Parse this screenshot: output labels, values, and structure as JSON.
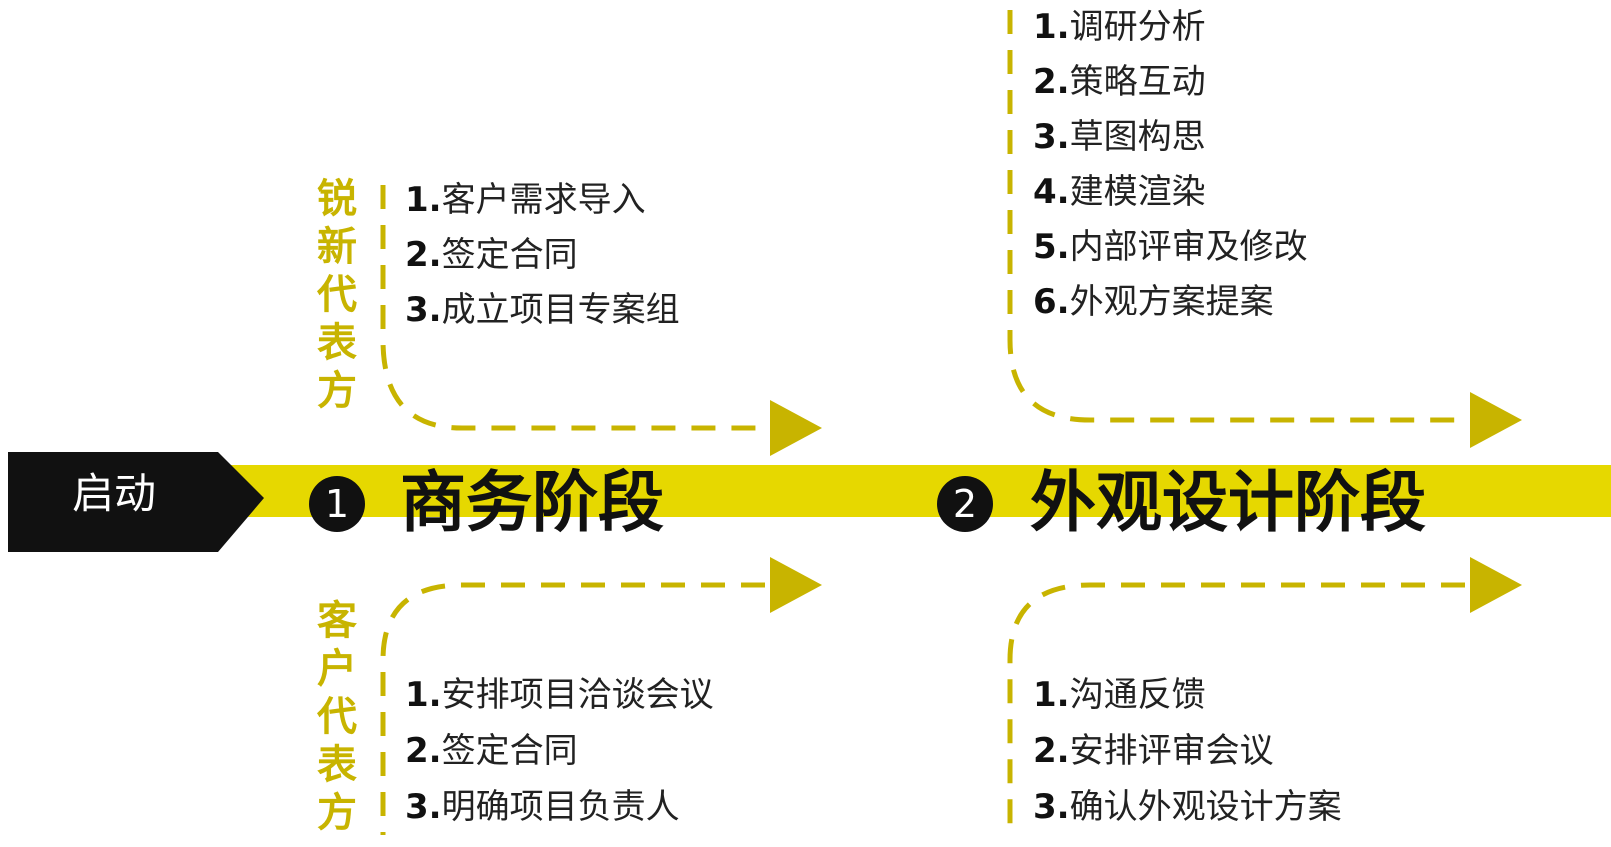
{
  "colors": {
    "accent": "#e6d800",
    "arrow": "#c8b400",
    "dark": "#111111"
  },
  "start": {
    "label": "启动"
  },
  "stages": [
    {
      "num": "1",
      "title": "商务阶段"
    },
    {
      "num": "2",
      "title": "外观设计阶段"
    }
  ],
  "sides": {
    "supplier": "锐新代表方",
    "client": "客户代表方"
  },
  "lists": {
    "business_top": [
      {
        "n": "1.",
        "t": "客户需求导入"
      },
      {
        "n": "2.",
        "t": "签定合同"
      },
      {
        "n": "3.",
        "t": "成立项目专案组"
      }
    ],
    "business_bottom": [
      {
        "n": "1.",
        "t": "安排项目洽谈会议"
      },
      {
        "n": "2.",
        "t": "签定合同"
      },
      {
        "n": "3.",
        "t": "明确项目负责人"
      }
    ],
    "design_top": [
      {
        "n": "1.",
        "t": "调研分析"
      },
      {
        "n": "2.",
        "t": "策略互动"
      },
      {
        "n": "3.",
        "t": "草图构思"
      },
      {
        "n": "4.",
        "t": "建模渲染"
      },
      {
        "n": "5.",
        "t": "内部评审及修改"
      },
      {
        "n": "6.",
        "t": "外观方案提案"
      }
    ],
    "design_bottom": [
      {
        "n": "1.",
        "t": "沟通反馈"
      },
      {
        "n": "2.",
        "t": "安排评审会议"
      },
      {
        "n": "3.",
        "t": "确认外观设计方案"
      }
    ]
  }
}
